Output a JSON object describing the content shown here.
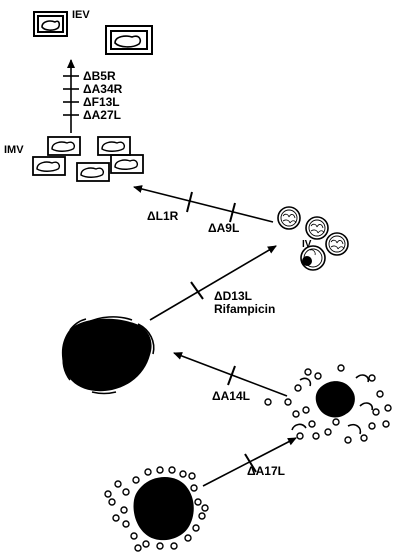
{
  "labels": {
    "iev": "IEV",
    "imv": "IMV",
    "iv": "IV",
    "dB5R": "ΔB5R",
    "dA34R": "ΔA34R",
    "dF13L": "ΔF13L",
    "dA27L": "ΔA27L",
    "dL1R": "ΔL1R",
    "dA9L": "ΔA9L",
    "dD13L": "ΔD13L",
    "rifampicin": "Rifampicin",
    "dA14L": "ΔA14L",
    "dA17L": "ΔA17L"
  },
  "colors": {
    "ink": "#000000",
    "paper": "#ffffff"
  }
}
